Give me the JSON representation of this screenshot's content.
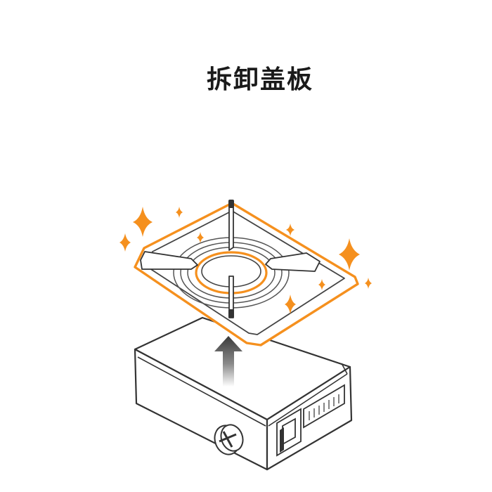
{
  "title": "拆卸盖板",
  "colors": {
    "accent": "#F5901E",
    "line": "#333333",
    "arrow_top": "#3a3a3a",
    "arrow_bottom": "#ffffff"
  },
  "icons": {
    "sparkle": "four-point-star",
    "arrow": "up-arrow",
    "knob": "control-knob",
    "cover": "stove-cover-plate"
  }
}
